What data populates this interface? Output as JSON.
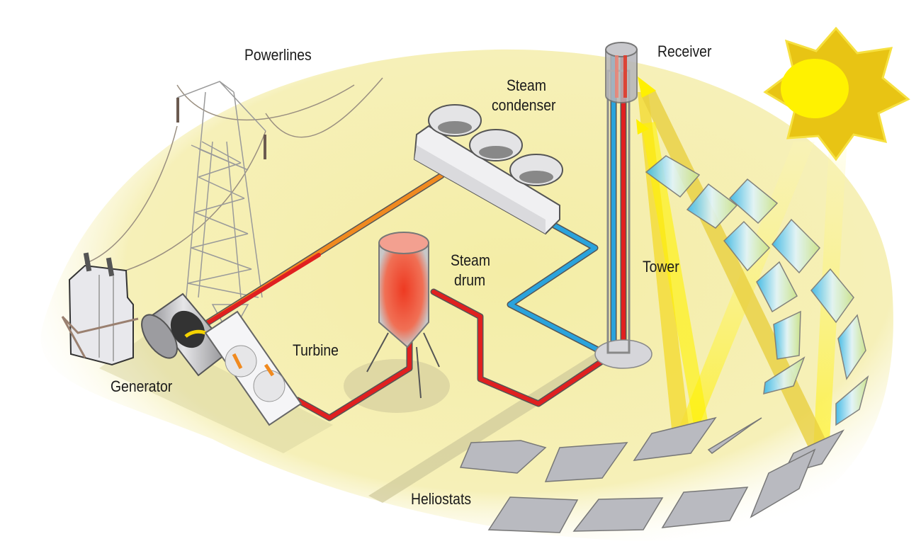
{
  "title": "Solar power tower diagram",
  "labels": {
    "powerlines": "Powerlines",
    "steam_condenser_line1": "Steam",
    "steam_condenser_line2": "condenser",
    "receiver": "Receiver",
    "steam_drum_line1": "Steam",
    "steam_drum_line2": "drum",
    "tower": "Tower",
    "turbine": "Turbine",
    "generator": "Generator",
    "heliostats": "Heliostats"
  },
  "icons": {
    "sun": "sun-icon",
    "transmission_tower": "transmission-tower-icon",
    "transformer": "transformer-icon",
    "generator": "generator-icon",
    "turbine": "turbine-icon",
    "steam_drum": "steam-drum-icon",
    "condenser": "condenser-icon",
    "receiver_tower": "receiver-tower-icon",
    "heliostat": "heliostat-icon"
  },
  "colors": {
    "ground": "#f5efb0",
    "hot_pipe": "#e02020",
    "warm_pipe": "#f08a20",
    "cold_pipe": "#2aa3dc",
    "sunlight": "#ffee00",
    "sun_outer": "#e8c414",
    "sun_inner": "#fff200",
    "heliostat_gray": "#b9bac0",
    "mirror_blue": "#35b6ea",
    "outline": "#666666"
  }
}
